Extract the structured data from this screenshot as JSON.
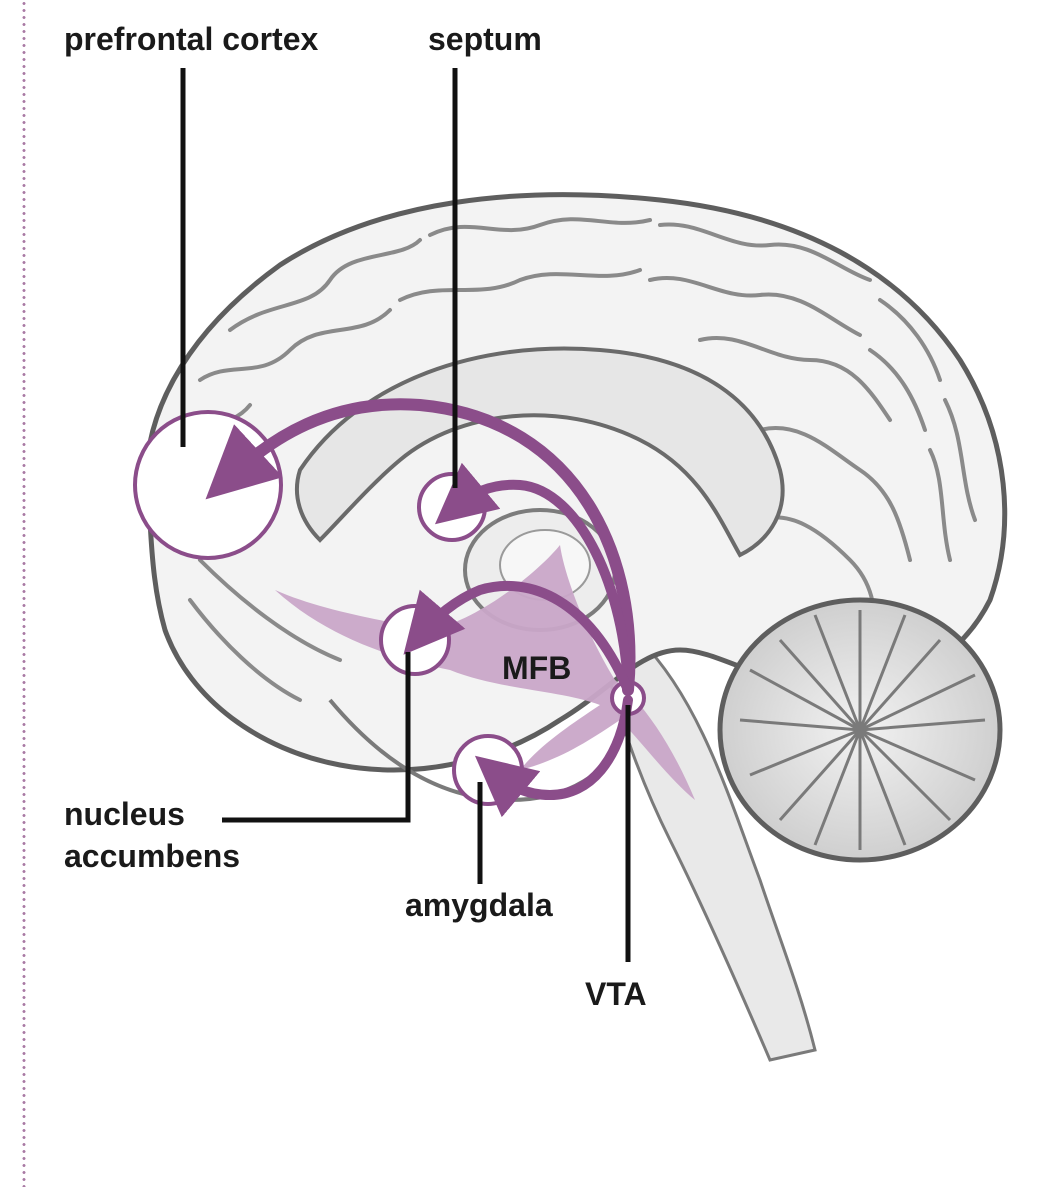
{
  "labels": {
    "prefrontal_cortex": "prefrontal cortex",
    "septum": "septum",
    "nucleus_accumbens_line1": "nucleus",
    "nucleus_accumbens_line2": "accumbens",
    "amygdala": "amygdala",
    "vta": "VTA",
    "mfb": "MFB"
  },
  "colors": {
    "pathway": "#8b4d8a",
    "bundle": "#c9a7c8",
    "leader": "#111111",
    "brain_outline": "#6e6e6e",
    "brain_shade": "#d9d9d9",
    "divider": "#a97aa4"
  }
}
